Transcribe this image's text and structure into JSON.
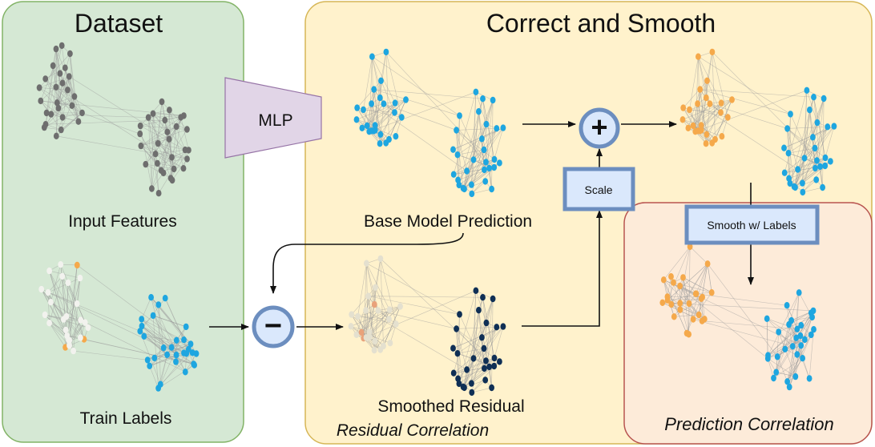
{
  "panels": {
    "dataset_title": "Dataset",
    "cs_title": "Correct and Smooth"
  },
  "labels": {
    "input_features": "Input Features",
    "train_labels": "Train Labels",
    "mlp": "MLP",
    "base_model_prediction": "Base Model Prediction",
    "smoothed_residual": "Smoothed Residual",
    "residual_correlation": "Residual Correlation",
    "prediction_correlation": "Prediction Correlation",
    "scale": "Scale",
    "smooth_with_labels": "Smooth w/ Labels",
    "plus_symbol": "+",
    "minus_symbol": "−"
  },
  "colors": {
    "dataset_panel": "#d5e8d4",
    "dataset_border": "#82b366",
    "cs_panel": "#fff2cc",
    "cs_border": "#d6b656",
    "pred_corr_panel": "#fdebd9",
    "pred_corr_border": "#b85450",
    "mlp_fill": "#e1d5e7",
    "mlp_border": "#9673a6",
    "box_fill": "#dae8fc",
    "box_border": "#6c8ebf",
    "node_gray": "#6e6e6e",
    "node_blue": "#1ea6e0",
    "node_orange": "#f5a94b",
    "node_navy": "#0f2f55",
    "node_faded": "#e4e0cf",
    "node_faded_orange": "#e9a27a",
    "edge": "#9a9a9a"
  }
}
